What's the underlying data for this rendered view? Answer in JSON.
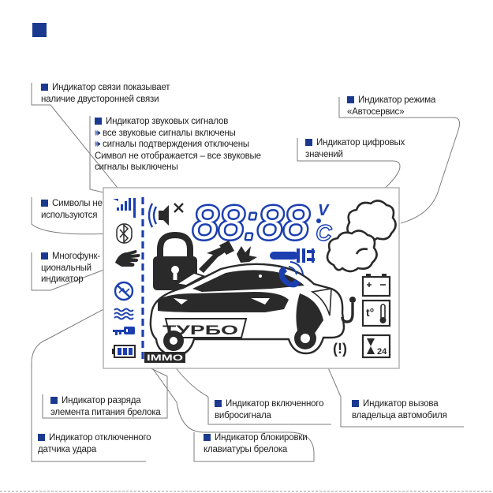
{
  "colors": {
    "accent": "#1b3a8f",
    "segment": "#1b3fb0",
    "dark": "#2a2a2a",
    "leader": "#7d7d7d",
    "screen_border": "#b4b4b4"
  },
  "display": {
    "digits": "88:88",
    "unit_top": "V",
    "unit_bottom": "C",
    "turbo": "ТУРБО",
    "immo": "IMMO",
    "timer": "24",
    "temp": "t°",
    "alert": "(!)"
  },
  "callouts": {
    "link": [
      "Индикатор связи показывает",
      "наличие двусторонней связи"
    ],
    "service": [
      "Индикатор режима",
      "«Автосервис»"
    ],
    "sound": [
      "Индикатор звуковых сигналов",
      "все звуковые сигналы включены",
      "сигналы подтверждения отключены",
      "Символ не отображается – все звуковые",
      "сигналы выключены"
    ],
    "digital": [
      "Индикатор цифровых",
      "значений"
    ],
    "unused": [
      "Символы не",
      "используются"
    ],
    "multi": [
      "Многофунк-",
      "циональный",
      "индикатор"
    ],
    "battery": [
      "Индикатор разряда",
      "элемента питания брелока"
    ],
    "vibro": [
      "Индикатор включенного",
      "вибросигнала"
    ],
    "call": [
      "Индикатор вызова",
      "владельца автомобиля"
    ],
    "shock": [
      "Индикатор отключенного",
      "датчика удара"
    ],
    "keylock": [
      "Индикатор блокировки",
      "клавиатуры брелока"
    ]
  }
}
